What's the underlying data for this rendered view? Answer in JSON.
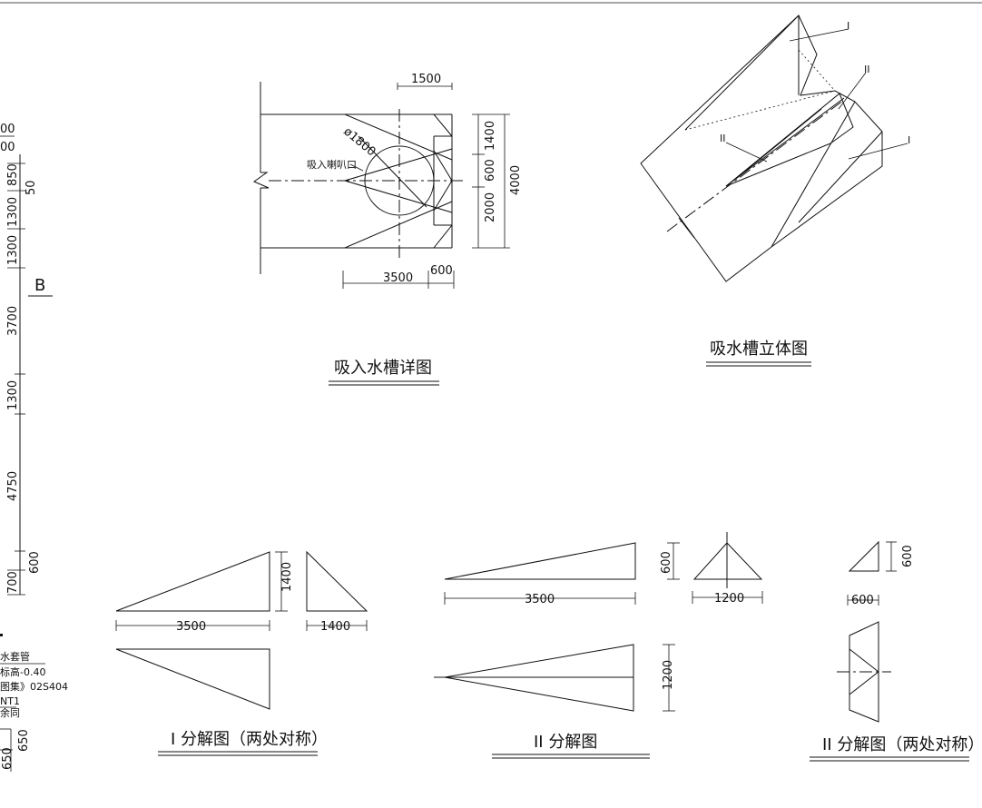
{
  "detail": {
    "title": "吸入水槽详图",
    "label_inlet": "吸入喇叭口",
    "dia": "ø1800",
    "d1500": "1500",
    "d1400": "1400",
    "d600": "600",
    "d2000": "2000",
    "d4000": "4000",
    "d3500": "3500",
    "d600b": "600"
  },
  "iso": {
    "title": "吸水槽立体图",
    "tag_i1": "I",
    "tag_ii1": "II",
    "tag_ii2": "II",
    "tag_i2": "I"
  },
  "left_strip": {
    "d00a": "00",
    "d00b": "00",
    "d850": "850",
    "d50": "50",
    "d1300a": "1300",
    "d1300b": "1300",
    "label_b": "B",
    "d3700": "3700",
    "d1300c": "1300",
    "d4750": "4750",
    "d600": "600",
    "d700": "700",
    "note1": "水套管",
    "note2": "标高-0.40",
    "note3": "图集》02S404",
    "note4": "NT1",
    "note5": "余同",
    "d650a": "650",
    "d650b": "650"
  },
  "exp1": {
    "title": "I 分解图（两处对称）",
    "d3500": "3500",
    "d1400a": "1400",
    "d1400b": "1400"
  },
  "exp2": {
    "title": "II 分解图",
    "d600": "600",
    "d3500": "3500",
    "d1200a": "1200",
    "d1200b": "1200"
  },
  "exp3": {
    "title": "II 分解图（两处对称）",
    "d600a": "600",
    "d600b": "600"
  }
}
